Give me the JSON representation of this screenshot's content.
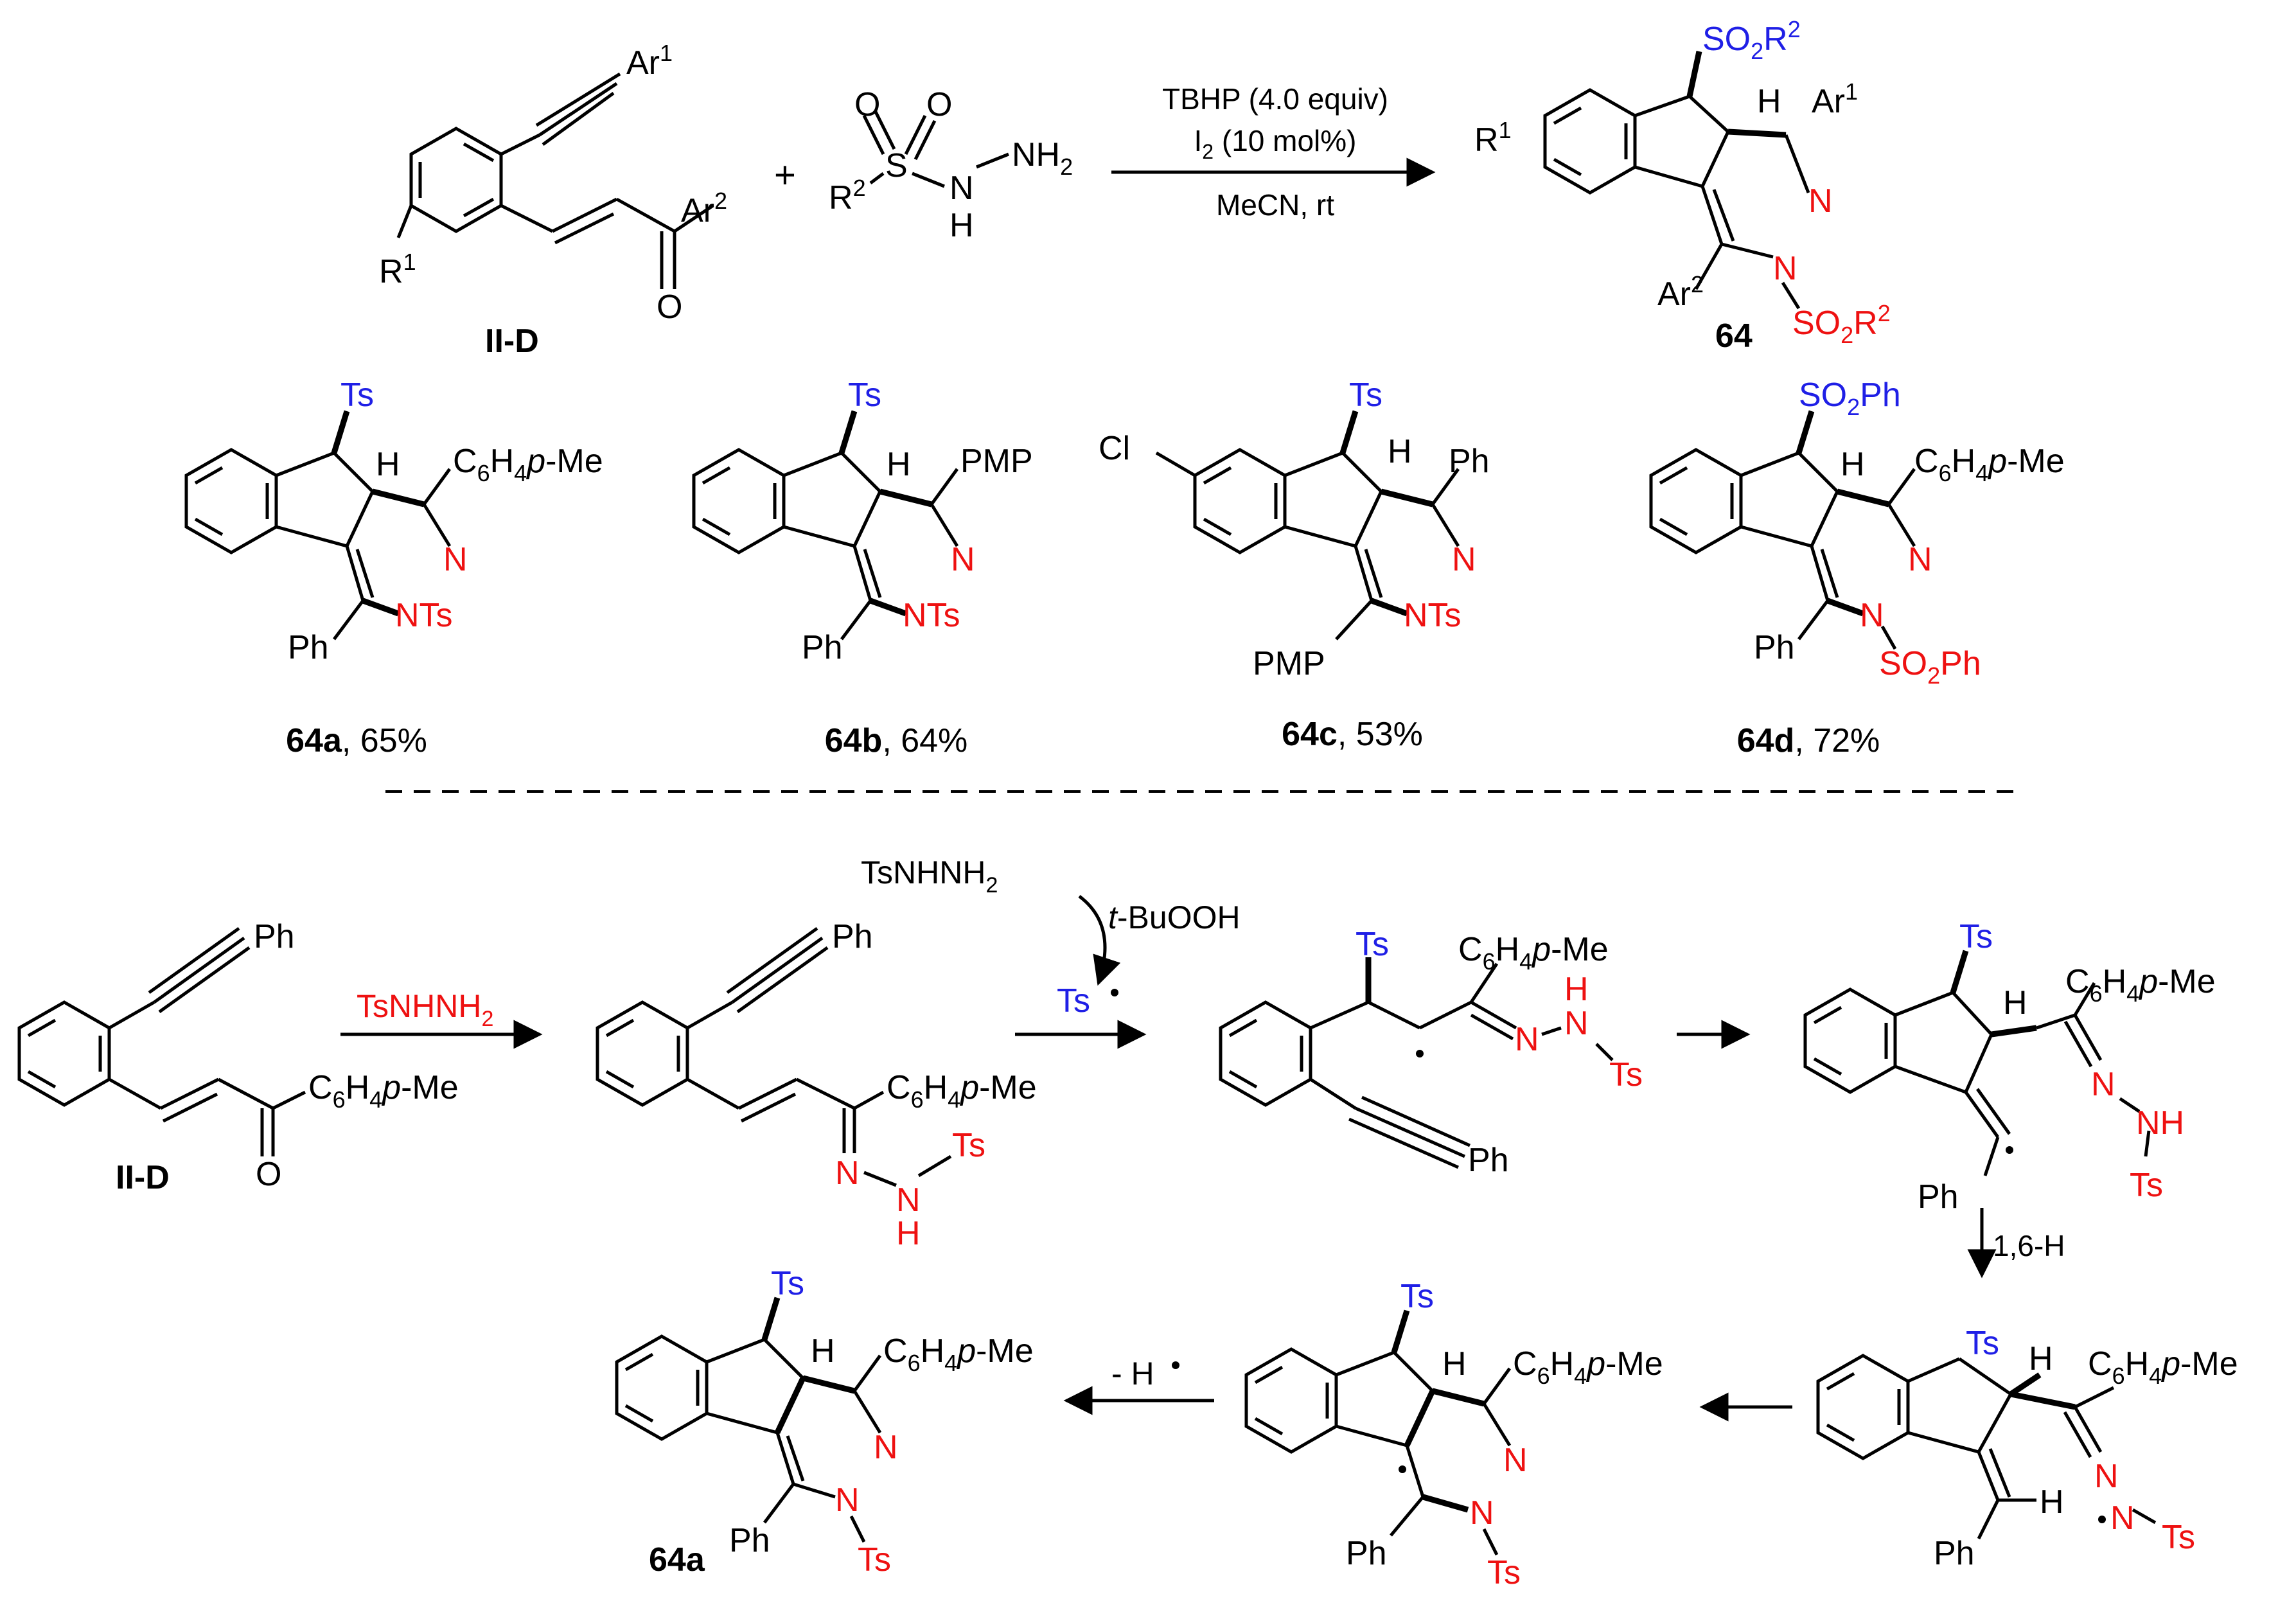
{
  "colors": {
    "ink": "#000000",
    "sulfonyl_blue": "#1f1fe6",
    "hydrazide_red": "#ee1111"
  },
  "arrow_labels": {
    "reagent_line1": "TBHP (4.0 equiv)",
    "reagent_line2_main": "I",
    "reagent_line2_sub": "2",
    "reagent_line2_rest": " (10 mol%)",
    "solvent": "MeCN, rt",
    "step1_reagent_main": "TsNHNH",
    "step1_reagent_sub": "2",
    "radical_source_main": "TsNHNH",
    "radical_source_sub": "2",
    "oxidant_italic": "t",
    "oxidant_rest": "-BuOOH",
    "ts_radical": "Ts",
    "hat_label": "1,6-H",
    "h_loss": "- H"
  },
  "compounds": {
    "start": "II-D",
    "product": "64",
    "plus": "+",
    "mech_start": "II-D",
    "mech_end": "64a"
  },
  "examples": [
    {
      "id": "64a",
      "yield": ", 65%"
    },
    {
      "id": "64b",
      "yield": ", 64%"
    },
    {
      "id": "64c",
      "yield": ", 53%"
    },
    {
      "id": "64d",
      "yield": ", 72%"
    }
  ],
  "atoms": {
    "ar": "Ar",
    "r": "R",
    "one": "1",
    "two": "2",
    "so2": "SO",
    "ph": "Ph",
    "pmp": "PMP",
    "ts": "Ts",
    "cl": "Cl",
    "n": "N",
    "nh": "NH",
    "h": "H",
    "o": "O",
    "s": "S",
    "nh2_n": "NH",
    "nts": "NTs",
    "so2ph": "SO",
    "me_part": "-Me",
    "c": "C",
    "six": "6",
    "four": "4",
    "p": "p"
  }
}
